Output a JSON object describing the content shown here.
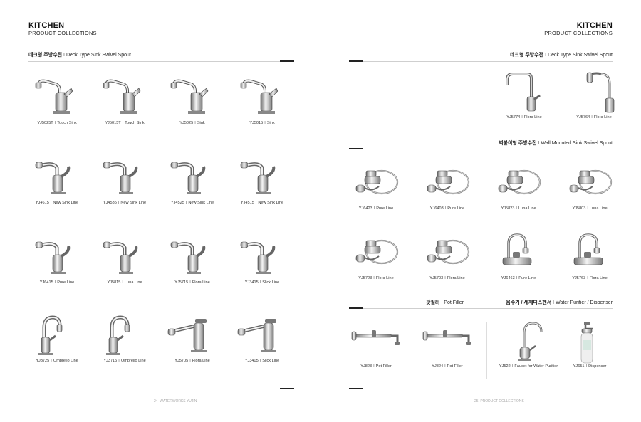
{
  "left": {
    "title": "KITCHEN",
    "subtitle": "PRODUCT COLLECTIONS",
    "section": {
      "ko": "데크형 주방수전",
      "en": "Deck Type Sink Swivel Spout"
    },
    "products": [
      {
        "model": "YJ5025T",
        "line": "Touch Sink"
      },
      {
        "model": "YJ5015T",
        "line": "Touch Sink"
      },
      {
        "model": "YJ5025",
        "line": "Sink"
      },
      {
        "model": "YJ5015",
        "line": "Sink"
      },
      {
        "model": "YJ4615",
        "line": "New Sink Line"
      },
      {
        "model": "YJ4535",
        "line": "New Sink Line"
      },
      {
        "model": "YJ4525",
        "line": "New Sink Line"
      },
      {
        "model": "YJ4515",
        "line": "New Sink Line"
      },
      {
        "model": "YJ6415",
        "line": "Pure Line"
      },
      {
        "model": "YJ5815",
        "line": "Luna Line"
      },
      {
        "model": "YJ5715",
        "line": "Flora Line"
      },
      {
        "model": "YJ3415",
        "line": "Slick Line"
      },
      {
        "model": "YJ3725",
        "line": "Ombrello Line"
      },
      {
        "model": "YJ3715",
        "line": "Ombrello Line"
      },
      {
        "model": "YJ5705",
        "line": "Flora Line"
      },
      {
        "model": "YJ3405",
        "line": "Slick Line"
      }
    ],
    "footer_page": "24",
    "footer_text": "WATERWORKS YUJIN"
  },
  "right": {
    "title": "KITCHEN",
    "subtitle": "PRODUCT COLLECTIONS",
    "section1": {
      "ko": "데크형 주방수전",
      "en": "Deck Type Sink Swivel Spout"
    },
    "products1": [
      {
        "model": "YJ5774",
        "line": "Flora Line"
      },
      {
        "model": "YJ5764",
        "line": "Flora Line"
      }
    ],
    "section2": {
      "ko": "벽붙이형 주방수전",
      "en": "Wall Mounted Sink Swivel Spout"
    },
    "products2": [
      {
        "model": "YJ6423",
        "line": "Pure Line"
      },
      {
        "model": "YJ6403",
        "line": "Pure Line"
      },
      {
        "model": "YJ5823",
        "line": "Luna Line"
      },
      {
        "model": "YJ5803",
        "line": "Luna Line"
      },
      {
        "model": "YJ5723",
        "line": "Flora Line"
      },
      {
        "model": "YJ5703",
        "line": "Flora Line"
      },
      {
        "model": "YJ6463",
        "line": "Pure Line"
      },
      {
        "model": "YJ5763",
        "line": "Flora Line"
      }
    ],
    "section3": {
      "ko": "팟필러",
      "en": "Pot Filler"
    },
    "section4": {
      "ko": "음수기 / 세제디스펜서",
      "en": "Water Purifier / Dispenser"
    },
    "products3": [
      {
        "model": "YJ823",
        "line": "Pot Filler"
      },
      {
        "model": "YJ824",
        "line": "Pot Filler"
      },
      {
        "model": "YJ522",
        "line": "Faucet for Water Purifier"
      },
      {
        "model": "YJ651",
        "line": "Dispenser"
      }
    ],
    "footer_page": "25",
    "footer_text": "PRODUCT COLLECTIONS",
    "separator": "I"
  }
}
